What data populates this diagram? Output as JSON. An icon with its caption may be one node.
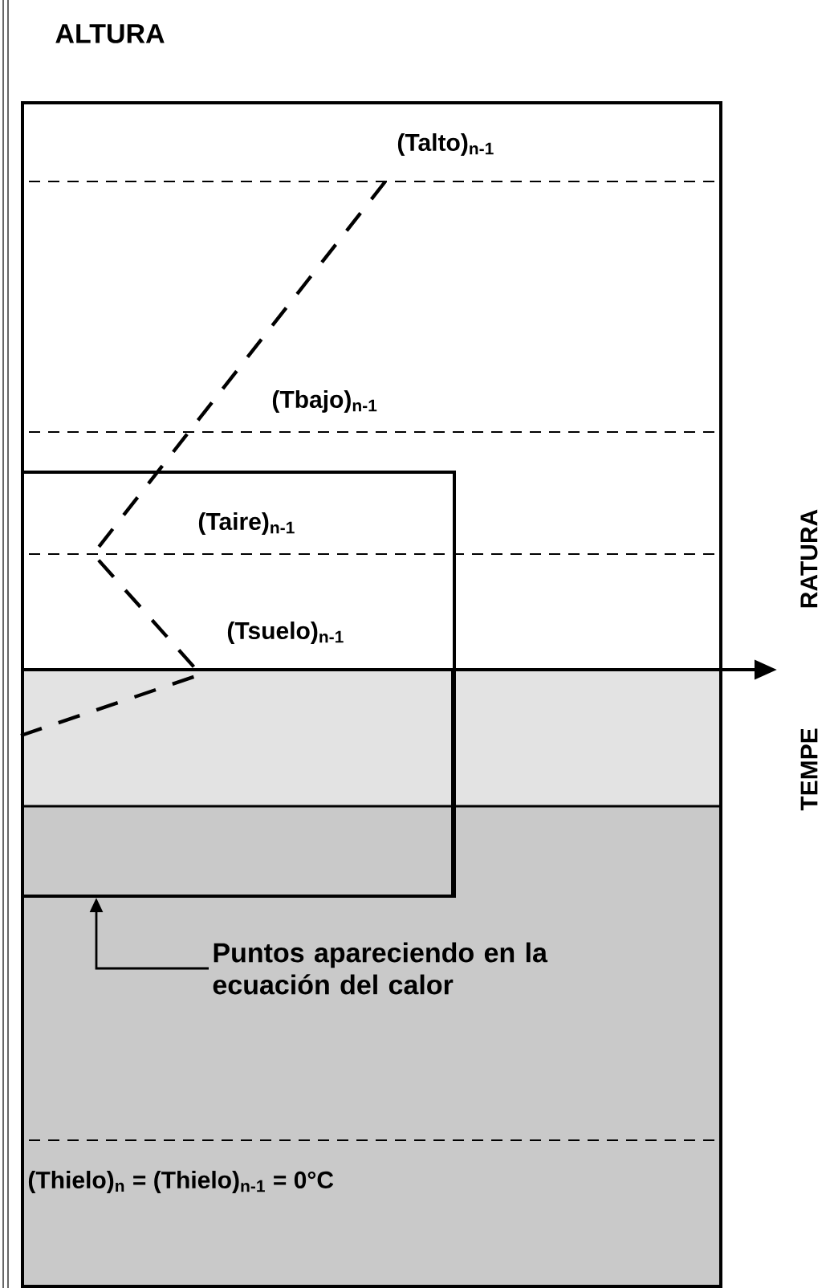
{
  "diagram": {
    "nodes": [
      {
        "text": [],
        "shape": "box"
      },
      {
        "text": [],
        "shape": "box",
        "in": 0
      },
      {
        "text": [
          "Puntos apareciendo en la ecuación del calor"
        ],
        "in": 0
      }
    ],
    "edges": [
      {
        "from": 2,
        "to": 1,
        "arrow": "to"
      }
    ],
    "labels": [
      "ALTURA",
      "(Talto)$_{n-1}$",
      "(Tbajo)$_{n-1}$",
      "(Taire)$_{n-1}$",
      "(Tsuelo)$_{n-1}$",
      "(Thielo)$_{n}$ = (Thielo)$_{n-1}$ = 0°C",
      "RATURA",
      "TEMPE"
    ]
  }
}
